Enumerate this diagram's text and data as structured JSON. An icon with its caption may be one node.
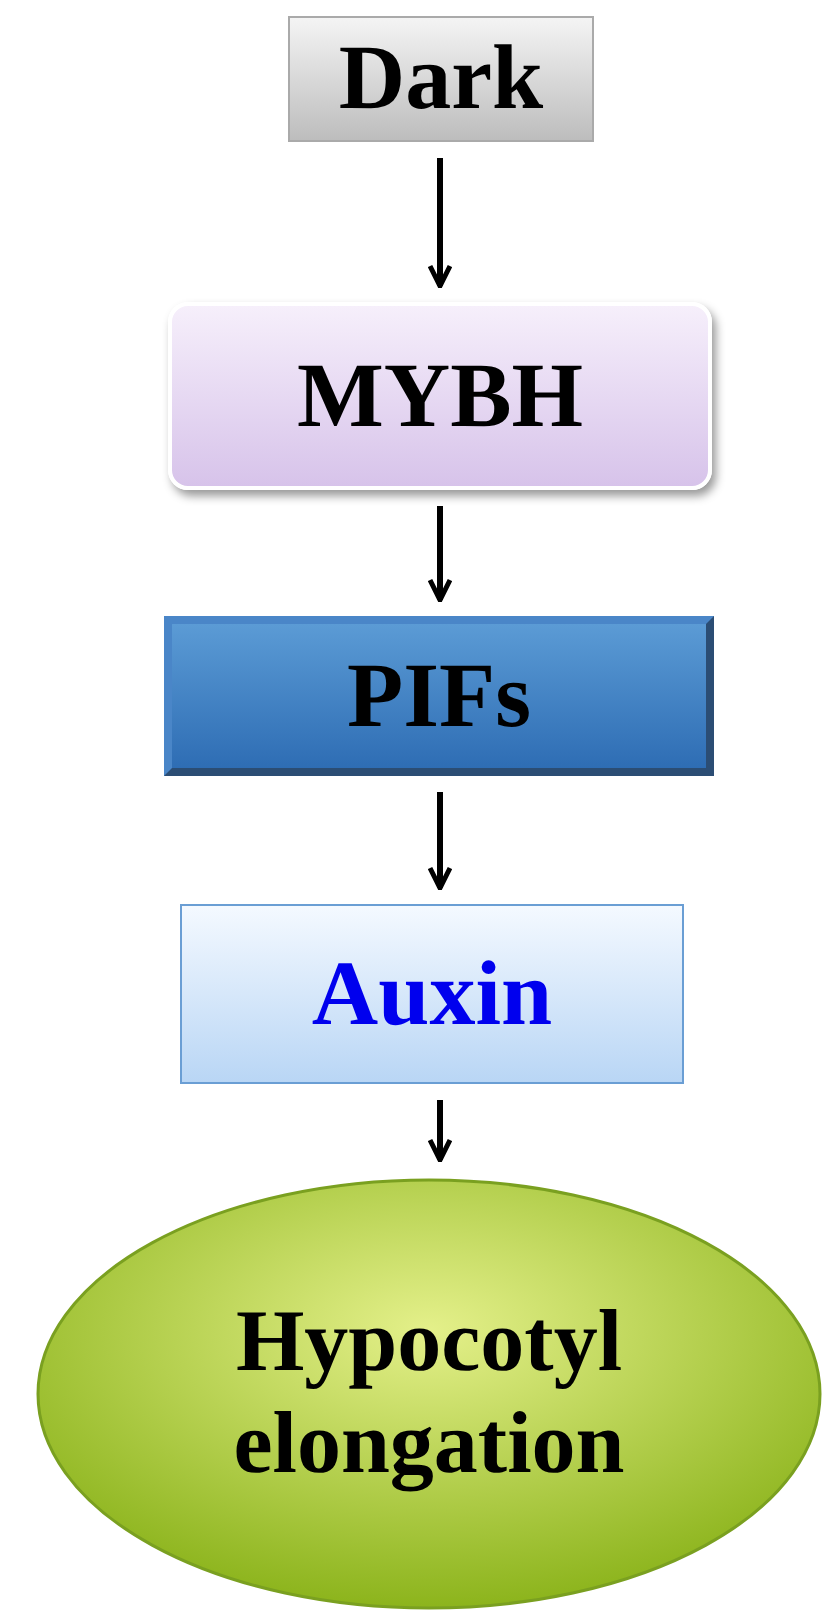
{
  "diagram": {
    "nodes": [
      {
        "text": [
          "Dark"
        ]
      },
      {
        "text": [
          "MYBH"
        ]
      },
      {
        "text": [
          "PIFs"
        ]
      },
      {
        "text": [
          "Auxin"
        ]
      },
      {
        "text": [
          "Hypocotyl elongation"
        ]
      }
    ],
    "edges": [
      {
        "from": 0,
        "to": 1,
        "arrow": "to"
      },
      {
        "from": 1,
        "to": 2,
        "arrow": "to"
      },
      {
        "from": 2,
        "to": 3,
        "arrow": "to"
      },
      {
        "from": 3,
        "to": 4,
        "arrow": "to"
      }
    ]
  }
}
